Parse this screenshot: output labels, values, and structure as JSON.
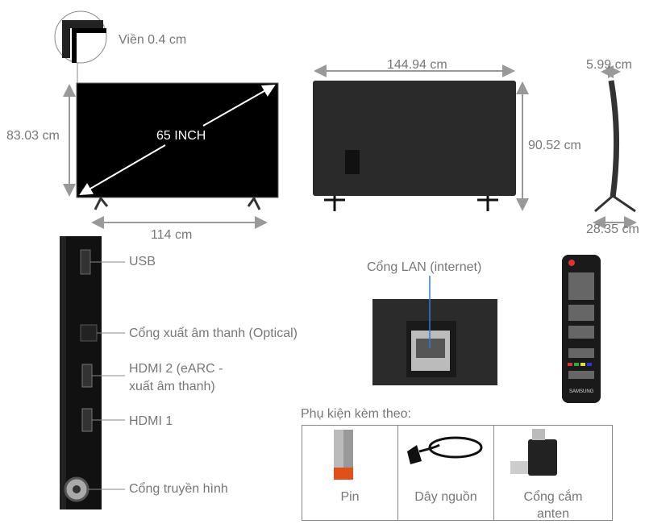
{
  "front": {
    "bezel_label": "Viền 0.4 cm",
    "height_label": "83.03 cm",
    "width_label": "114 cm",
    "diagonal_label": "65 INCH"
  },
  "back": {
    "width_label": "144.94 cm",
    "height_label": "90.52 cm"
  },
  "side": {
    "depth_label": "5.99 cm",
    "stand_depth_label": "28.35 cm"
  },
  "ports": [
    {
      "label": "USB"
    },
    {
      "label": "Cổng xuất âm thanh (Optical)"
    },
    {
      "label": "HDMI 2 (eARC -",
      "label2": "xuất âm thanh)"
    },
    {
      "label": "HDMI 1"
    },
    {
      "label": "Cổng truyền hình"
    }
  ],
  "lan": {
    "label": "Cổng LAN (internet)"
  },
  "remote": {
    "brand": "SAMSUNG"
  },
  "accessories": {
    "title": "Phụ kiện kèm theo:",
    "items": [
      {
        "label": "Pin"
      },
      {
        "label": "Dây nguồn"
      },
      {
        "label": "Cổng cắm",
        "label2": "anten"
      }
    ]
  },
  "colors": {
    "arrow": "#999999",
    "tv": "#000000",
    "back": "#2a2a2a",
    "battery_accent": "#e0501a"
  }
}
